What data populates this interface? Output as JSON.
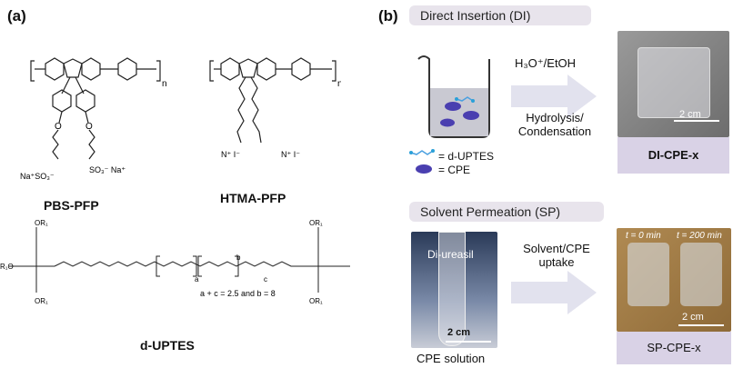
{
  "panel_a": {
    "label": "(a)",
    "molecules": {
      "pbs_pfp": {
        "name": "PBS-PFP",
        "na_left": "Na⁺SO₃⁻",
        "na_right": "SO₃⁻ Na⁺",
        "n": "n"
      },
      "htma_pfp": {
        "name": "HTMA-PFP",
        "n": "n",
        "counter_left": "N⁺ I⁻",
        "counter_right": "N⁺ I⁻"
      },
      "d_uptes": {
        "name": "d-UPTES",
        "note": "a + c = 2.5 and b = 8",
        "sub_a": "a",
        "sub_b": "b",
        "sub_c": "c",
        "or1": "OR₁",
        "r1o": "R₁O"
      }
    }
  },
  "panel_b": {
    "label": "(b)",
    "di": {
      "title": "Direct Insertion (DI)",
      "reagent": "H₃O⁺/EtOH",
      "process_line1": "Hydrolysis/",
      "process_line2": "Condensation",
      "legend_dupes": "= d-UPTES",
      "legend_cpe": "= CPE",
      "scale": "2 cm",
      "sample": "DI-CPE-x"
    },
    "sp": {
      "title": "Solvent Permeation (SP)",
      "tube_label": "Di-ureasil",
      "tube_scale": "2 cm",
      "tube_caption": "CPE solution",
      "process_line1": "Solvent/CPE",
      "process_line2": "uptake",
      "t0": "t = 0 min",
      "t200": "t = 200 min",
      "scale": "2 cm",
      "sample": "SP-CPE-x"
    }
  },
  "colors": {
    "pill": "#e8e4ec",
    "caption": "#d9d2e6",
    "arrow": "#e2e2ee",
    "cpe": "#4a3fb0"
  }
}
